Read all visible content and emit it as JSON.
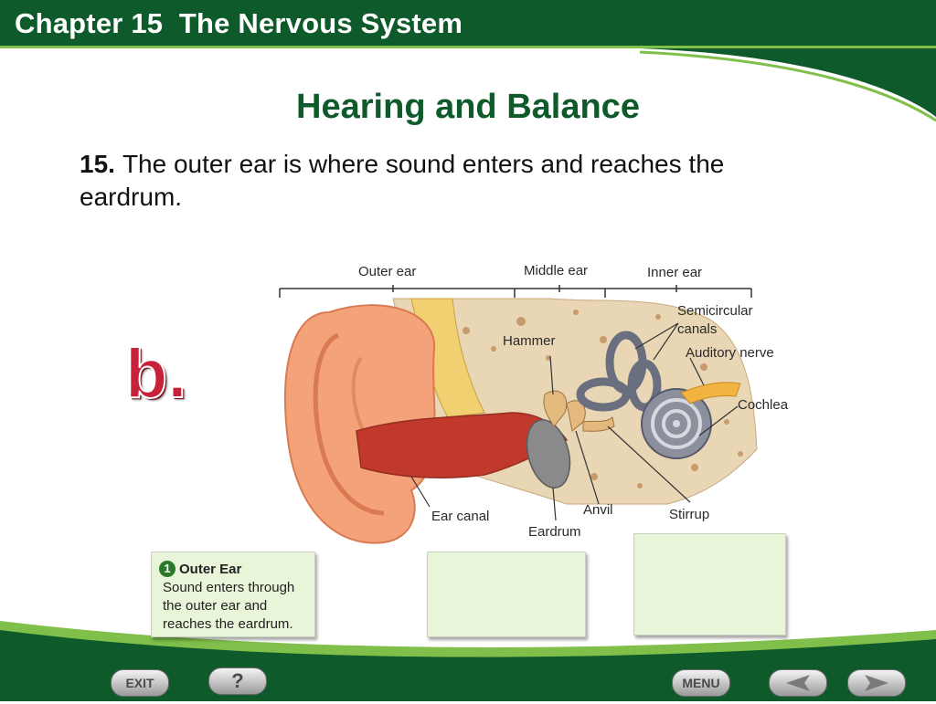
{
  "header": {
    "title": "Chapter 15  The Nervous System"
  },
  "slide": {
    "title": "Hearing and Balance",
    "question_number": "15.",
    "question_text": "The outer ear is where sound enters and reaches the eardrum.",
    "answer_letter": "b."
  },
  "diagram": {
    "sections": {
      "outer": "Outer ear",
      "middle": "Middle ear",
      "inner": "Inner ear"
    },
    "labels": {
      "semicircular_canals_1": "Semicircular",
      "semicircular_canals_2": "canals",
      "hammer": "Hammer",
      "auditory_nerve": "Auditory nerve",
      "cochlea": "Cochlea",
      "ear_canal": "Ear canal",
      "anvil": "Anvil",
      "stirrup": "Stirrup",
      "eardrum": "Eardrum"
    }
  },
  "cards": {
    "outer": {
      "number": "1",
      "heading": "Outer Ear",
      "body": "Sound enters through the outer ear and reaches the eardrum."
    }
  },
  "nav": {
    "exit": "EXIT",
    "help": "?",
    "menu": "MENU"
  },
  "colors": {
    "header_green": "#0e5a2b",
    "accent_green": "#7fbf4a",
    "answer_red": "#c8213a"
  },
  "icons": {
    "prev": "arrow-left-icon",
    "next": "arrow-right-icon"
  }
}
